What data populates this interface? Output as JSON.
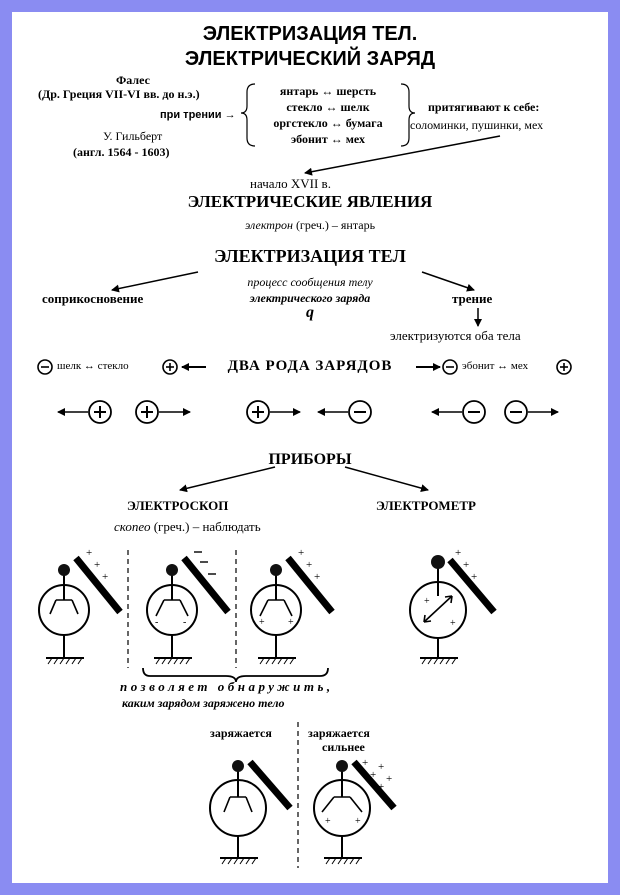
{
  "title": {
    "line1": "ЭЛЕКТРИЗАЦИЯ ТЕЛ.",
    "line2": "ЭЛЕКТРИЧЕСКИЙ ЗАРЯД"
  },
  "history": {
    "thales_name": "Фалес",
    "thales_info": "(Др. Греция VII-VI вв. до н.э.)",
    "friction_label": "при трении →",
    "gilbert_name": "У. Гильберт",
    "gilbert_info": "(англ. 1564 - 1603)",
    "pairs": [
      "янтарь ↔ шерсть",
      "стекло ↔ шелк",
      "оргстекло ↔ бумага",
      "эбонит ↔ мех"
    ],
    "attract_label": "притягивают к себе:",
    "attract_items": "соломинки, пушинки, мех"
  },
  "era": {
    "start": "начало XVII в.",
    "heading": "ЭЛЕКТРИЧЕСКИЕ ЯВЛЕНИЯ",
    "etymology_word": "электрон",
    "etymology_rest": " (греч.) – янтарь"
  },
  "electrization": {
    "heading": "ЭЛЕКТРИЗАЦИЯ ТЕЛ",
    "definition_line1": "процесс сообщения телу",
    "definition_line2": "электрического заряда",
    "symbol": "q",
    "method_contact": "соприкосновение",
    "method_friction": "трение",
    "friction_result": "электризуются оба тела"
  },
  "charges": {
    "heading": "ДВА РОДА ЗАРЯДОВ",
    "left_pair": "шелк ↔ стекло",
    "right_pair": "эбонит ↔ мех",
    "minus": "−",
    "plus": "+"
  },
  "devices": {
    "heading": "ПРИБОРЫ",
    "electroscope": "ЭЛЕКТРОСКОП",
    "electrometer": "ЭЛЕКТРОМЕТР",
    "skopeo_word": "скопео",
    "skopeo_rest": " (греч.) – наблюдать",
    "detect_line1": "позволяет обнаружить,",
    "detect_line2": "каким зарядом заряжено тело",
    "charging": "заряжается",
    "charging_more_line1": "заряжается",
    "charging_more_line2": "сильнее"
  },
  "colors": {
    "frame": "#8a8cf2",
    "ink": "#000000"
  }
}
